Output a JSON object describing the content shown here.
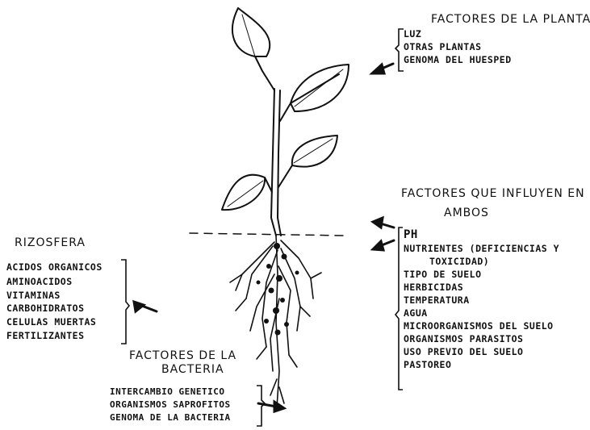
{
  "plant_factors": {
    "title": "FACTORES DE LA PLANTA",
    "items": [
      "LUZ",
      "OTRAS PLANTAS",
      "GENOMA DEL HUESPED"
    ]
  },
  "both_factors": {
    "title_line1": "FACTORES QUE INFLUYEN EN",
    "title_line2": "AMBOS",
    "items": [
      "PH",
      "NUTRIENTES (DEFICIENCIAS Y",
      "TOXICIDAD)",
      "TIPO DE SUELO",
      "HERBICIDAS",
      "TEMPERATURA",
      "AGUA",
      "MICROORGANISMOS DEL SUELO",
      "ORGANISMOS PARASITOS",
      "USO PREVIO DEL SUELO",
      "PASTOREO"
    ]
  },
  "rhizosphere": {
    "title": "RIZOSFERA",
    "items": [
      "ACIDOS ORGANICOS",
      "AMINOACIDOS",
      "VITAMINAS",
      "CARBOHIDRATOS",
      "CELULAS MUERTAS",
      "FERTILIZANTES"
    ]
  },
  "bacteria_factors": {
    "title_line1": "FACTORES DE LA",
    "title_line2": "BACTERIA",
    "items": [
      "INTERCAMBIO GENETICO",
      "ORGANISMOS SAPROFITOS",
      "GENOMA DE LA BACTERIA"
    ]
  },
  "colors": {
    "ink": "#111111",
    "background": "#ffffff"
  }
}
